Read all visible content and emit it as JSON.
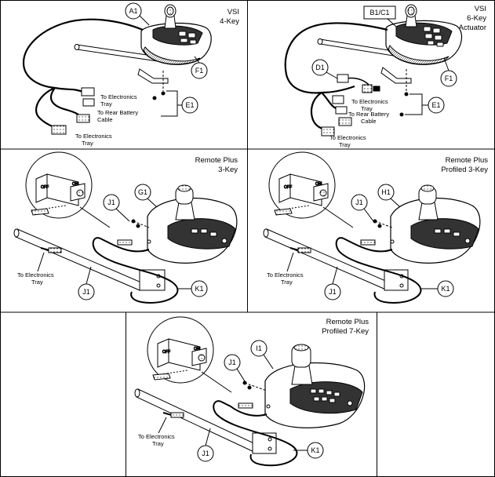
{
  "panels": {
    "vsi4": {
      "title": [
        "VSI",
        "4-Key"
      ],
      "callouts": {
        "a": "A1",
        "f": "F1",
        "e": "E1"
      },
      "notes": {
        "electronics1": [
          "To Electronics",
          "Tray"
        ],
        "battery": [
          "To Rear Battery",
          "Cable"
        ],
        "electronics2": [
          "To Electronics",
          "Tray"
        ]
      }
    },
    "vsi6": {
      "title": [
        "VSI",
        "6-Key",
        "Future Actuator"
      ],
      "callouts": {
        "b": "B1/C1",
        "d": "D1",
        "f": "F1",
        "e": "E1"
      },
      "notes": {
        "electronics1": [
          "To Electronics",
          "Tray"
        ],
        "battery": [
          "To Rear Battery",
          "Cable"
        ],
        "electronics2": [
          "To Electronics",
          "Tray"
        ]
      }
    },
    "rp3": {
      "title": [
        "Remote Plus",
        "3-Key"
      ],
      "callouts": {
        "g": "G1",
        "j_top": "J1",
        "j_bottom": "J1",
        "k": "K1"
      },
      "notes": {
        "electronics": [
          "To Electronics",
          "Tray"
        ]
      }
    },
    "rpp3": {
      "title": [
        "Remote Plus",
        "Profiled 3-Key"
      ],
      "callouts": {
        "h": "H1",
        "j_top": "J1",
        "j_bottom": "J1",
        "k": "K1"
      },
      "notes": {
        "electronics": [
          "To Electronics",
          "Tray"
        ]
      }
    },
    "rpp7": {
      "title": [
        "Remote Plus",
        "Profiled 7-Key"
      ],
      "callouts": {
        "i": "I1",
        "j_top": "J1",
        "j_bottom": "J1",
        "k": "K1"
      },
      "notes": {
        "electronics": [
          "To Electronics",
          "Tray"
        ]
      }
    }
  }
}
